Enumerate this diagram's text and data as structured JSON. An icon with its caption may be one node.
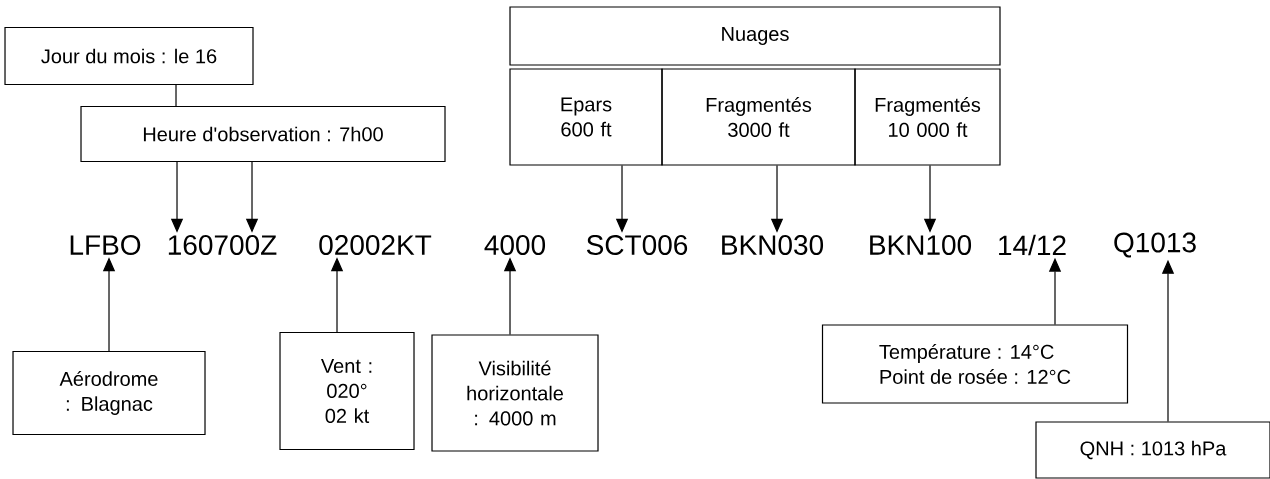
{
  "diagram": {
    "nodes": [
      {
        "text": [
          "Jour du mois : le 16"
        ]
      },
      {
        "text": [
          "Heure d'observation : 7h00"
        ]
      },
      {
        "text": [
          "Nuages"
        ]
      },
      {
        "text": [
          "Epars 600 ft"
        ]
      },
      {
        "text": [
          "Fragmentés 3000 ft"
        ]
      },
      {
        "text": [
          "Fragmentés 10 000 ft"
        ]
      },
      {
        "text": [
          "LFBO"
        ]
      },
      {
        "text": [
          "160700Z"
        ]
      },
      {
        "text": [
          "02002KT"
        ]
      },
      {
        "text": [
          "4000"
        ]
      },
      {
        "text": [
          "SCT006"
        ]
      },
      {
        "text": [
          "BKN030"
        ]
      },
      {
        "text": [
          "BKN100"
        ]
      },
      {
        "text": [
          "14/12"
        ]
      },
      {
        "text": [
          "Q1013"
        ]
      },
      {
        "text": [
          "Aérodrome : Blagnac"
        ]
      },
      {
        "text": [
          "Vent : 020° 02 kt"
        ]
      },
      {
        "text": [
          "Visibilité horizontale : 4000 m"
        ]
      },
      {
        "text": [
          "Température : 14°C",
          "Point de rosée : 12°C"
        ]
      },
      {
        "text": [
          "QNH : 1013 hPa"
        ]
      }
    ],
    "edges": [
      {
        "from": 0,
        "to": 1,
        "arrow": "none"
      },
      {
        "from": 1,
        "to": 7,
        "arrow": "to"
      },
      {
        "from": 1,
        "to": 7,
        "arrow": "to"
      },
      {
        "from": 3,
        "to": 10,
        "arrow": "to"
      },
      {
        "from": 4,
        "to": 11,
        "arrow": "to"
      },
      {
        "from": 5,
        "to": 12,
        "arrow": "to"
      },
      {
        "from": 15,
        "to": 6,
        "arrow": "to"
      },
      {
        "from": 16,
        "to": 8,
        "arrow": "to"
      },
      {
        "from": 17,
        "to": 9,
        "arrow": "to"
      },
      {
        "from": 18,
        "to": 13,
        "arrow": "to"
      },
      {
        "from": 19,
        "to": 14,
        "arrow": "to"
      }
    ]
  }
}
